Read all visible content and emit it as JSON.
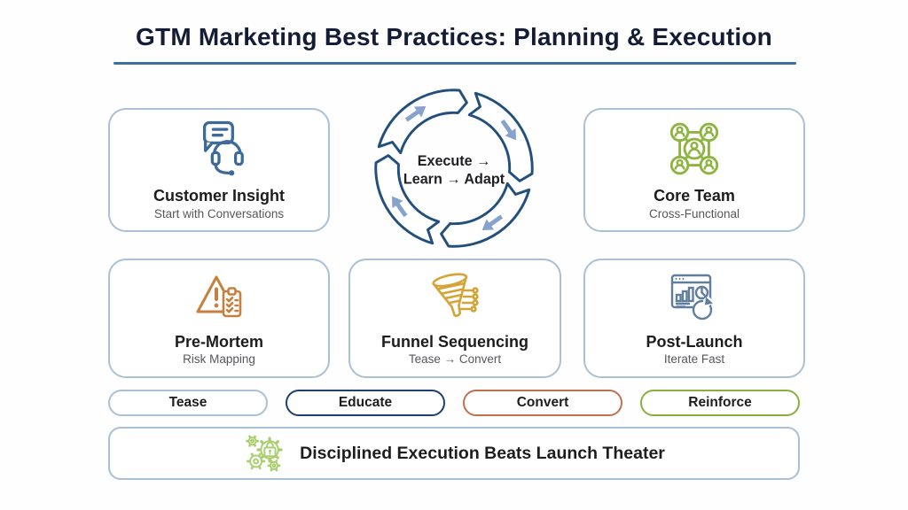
{
  "title": "GTM Marketing Best Practices: Planning & Execution",
  "cycle": {
    "icon": "cycle-arrows-icon",
    "line1": "Execute →",
    "line2": "Learn → Adapt"
  },
  "cards": [
    {
      "id": "customer-insight",
      "icon": "chat-headset-icon",
      "title": "Customer Insight",
      "subtitle": "Start with Conversations"
    },
    {
      "id": "core-team",
      "icon": "team-network-icon",
      "title": "Core Team",
      "subtitle": "Cross-Functional"
    },
    {
      "id": "pre-mortem",
      "icon": "warning-checklist-icon",
      "title": "Pre-Mortem",
      "subtitle": "Risk Mapping"
    },
    {
      "id": "funnel-sequencing",
      "icon": "funnel-icon",
      "title": "Funnel Sequencing",
      "subtitle": "Tease → Convert"
    },
    {
      "id": "post-launch",
      "icon": "dashboard-refresh-icon",
      "title": "Post-Launch",
      "subtitle": "Iterate Fast"
    }
  ],
  "stages": [
    {
      "label": "Tease",
      "border_color": "#a9c0d6"
    },
    {
      "label": "Educate",
      "border_color": "#1f3f6e"
    },
    {
      "label": "Convert",
      "border_color": "#c0704f"
    },
    {
      "label": "Reinforce",
      "border_color": "#8aaf3c"
    }
  ],
  "footer": {
    "icon": "gears-lock-icon",
    "text": "Disciplined Execution Beats Launch Theater"
  },
  "colors": {
    "title_text": "#141d35",
    "title_underline": "#3e6fa3",
    "card_border": "#a9c0d6",
    "cycle_ring": "#234f7d",
    "cycle_arrow": "#87a3cd",
    "icon_blue": "#3c6a99",
    "icon_green": "#8cb43e",
    "icon_orange": "#c5803f",
    "icon_gold": "#d4a437",
    "icon_slate": "#607d9c",
    "icon_light_green": "#a9cf6f"
  }
}
